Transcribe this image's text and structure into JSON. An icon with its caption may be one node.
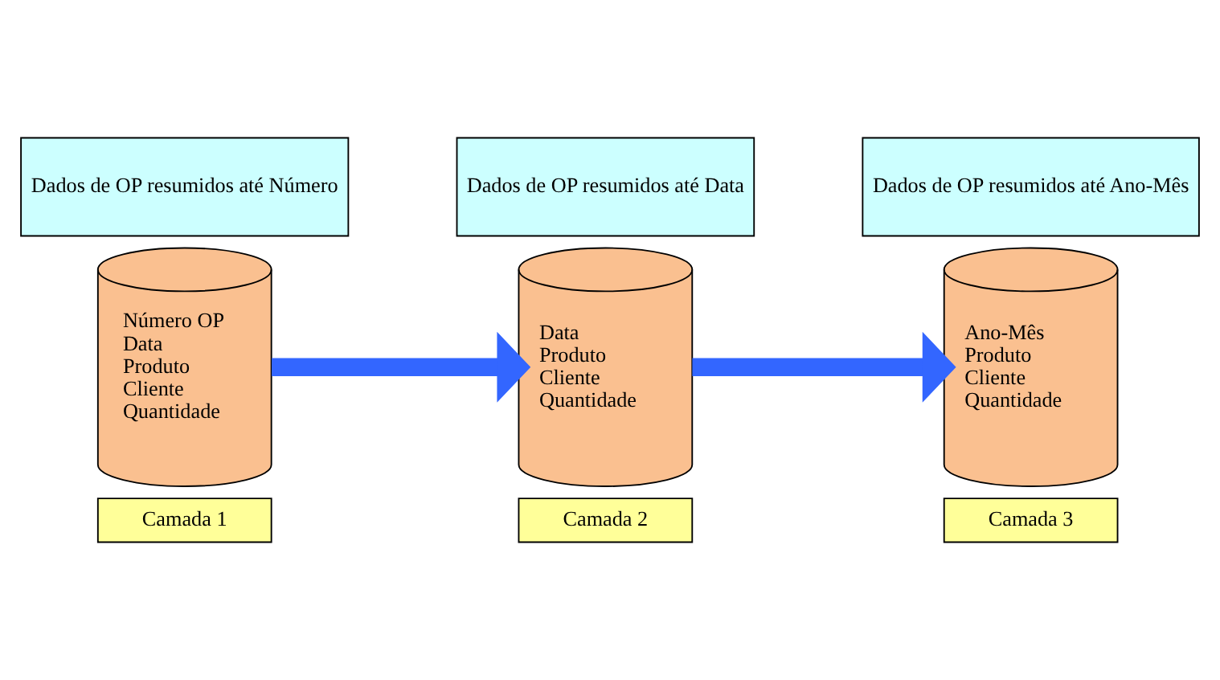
{
  "diagram": {
    "nodes": [
      {
        "text": [
          "Dados de OP resumidos até Número"
        ]
      },
      {
        "text": [
          "Dados de OP resumidos até Data"
        ]
      },
      {
        "text": [
          "Dados de OP resumidos até Ano-Mês"
        ]
      },
      {
        "text": [
          "Número OP",
          "Data",
          "Produto",
          "Cliente",
          "Quantidade"
        ]
      },
      {
        "text": [
          "Data",
          "Produto",
          "Cliente",
          "Quantidade"
        ]
      },
      {
        "text": [
          "Ano-Mês",
          "Produto",
          "Cliente",
          "Quantidade"
        ]
      },
      {
        "text": [
          "Camada 1"
        ]
      },
      {
        "text": [
          "Camada 2"
        ]
      },
      {
        "text": [
          "Camada 3"
        ]
      }
    ],
    "edges": [
      {
        "from": 3,
        "to": 4,
        "arrow": "to",
        "color": "#3366ff"
      },
      {
        "from": 4,
        "to": 5,
        "arrow": "to",
        "color": "#3366ff"
      }
    ]
  }
}
